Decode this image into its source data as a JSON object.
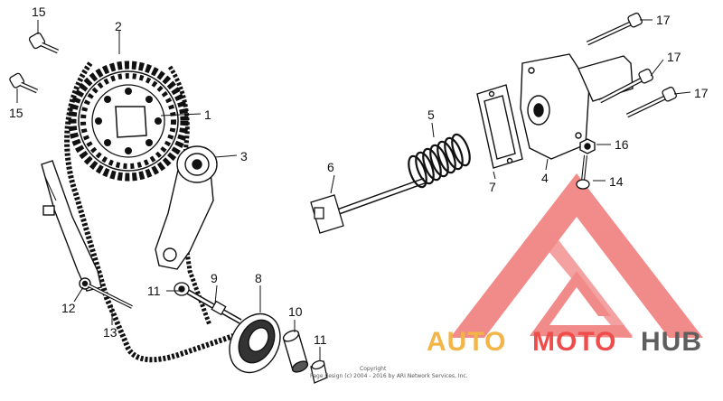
{
  "diagram": {
    "callouts": {
      "c1": "1",
      "c2": "2",
      "c3": "3",
      "c4": "4",
      "c5": "5",
      "c6": "6",
      "c7": "7",
      "c8": "8",
      "c9": "9",
      "c10": "10",
      "c11a": "11",
      "c11b": "11",
      "c12": "12",
      "c13": "13",
      "c14": "14",
      "c15a": "15",
      "c15b": "15",
      "c16": "16",
      "c17a": "17",
      "c17b": "17",
      "c17c": "17"
    },
    "copyright_line1": "Copyright",
    "copyright_line2": "Page design (c) 2004 - 2016 by ARI Network Services, Inc."
  },
  "watermark": {
    "brand_part1": "AUTO",
    "brand_part2": "MOTO",
    "brand_part3": "HUB",
    "colors": {
      "yellow": "#f3b548",
      "red": "#ee4d4b",
      "gray": "#5e5e5e",
      "triangle": "#f07c7a"
    }
  }
}
